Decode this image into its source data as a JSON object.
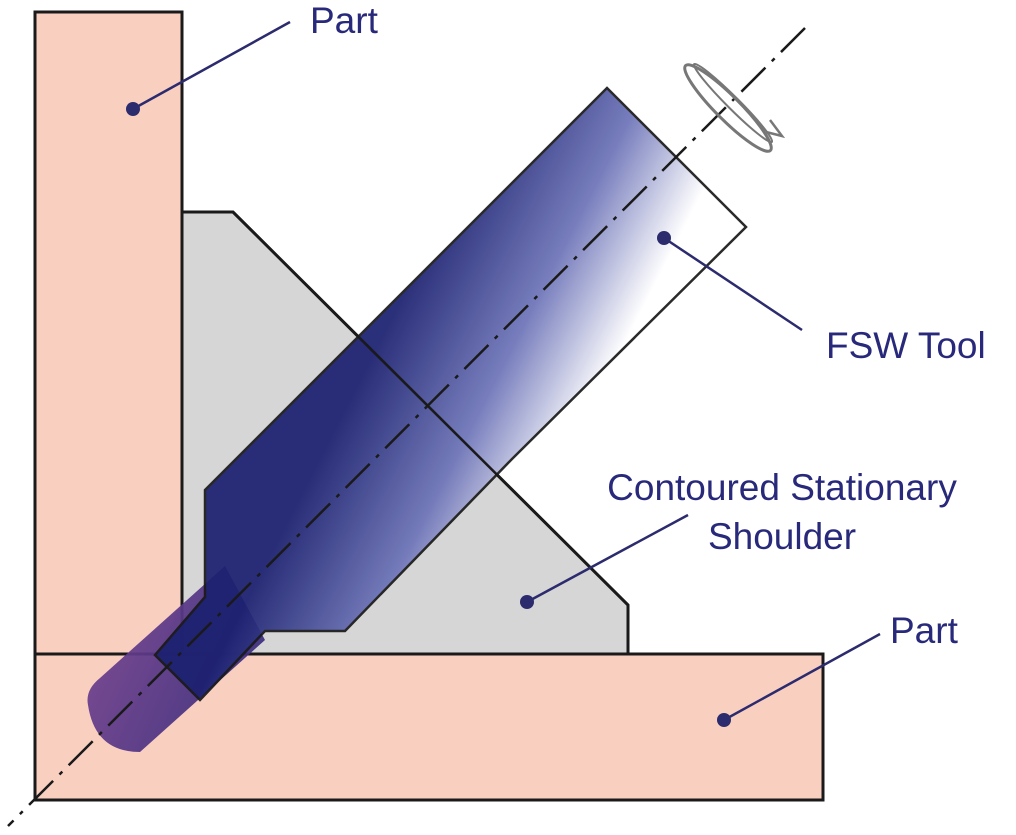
{
  "labels": {
    "part_top": "Part",
    "fsw_tool": "FSW Tool",
    "shoulder_line1": "Contoured Stationary",
    "shoulder_line2": "Shoulder",
    "part_bottom": "Part"
  },
  "colors": {
    "part_fill": "#f9cfc0",
    "shoulder_fill": "#d6d6d6",
    "outline": "#1a1a1a",
    "text": "#28297a",
    "leader": "#2b2b6e",
    "tool_dark": "#1c2170",
    "tool_light": "#ffffff",
    "pin_fill": "#5e3a84"
  },
  "icons": {
    "rotation": "rotation-arrow-icon"
  }
}
